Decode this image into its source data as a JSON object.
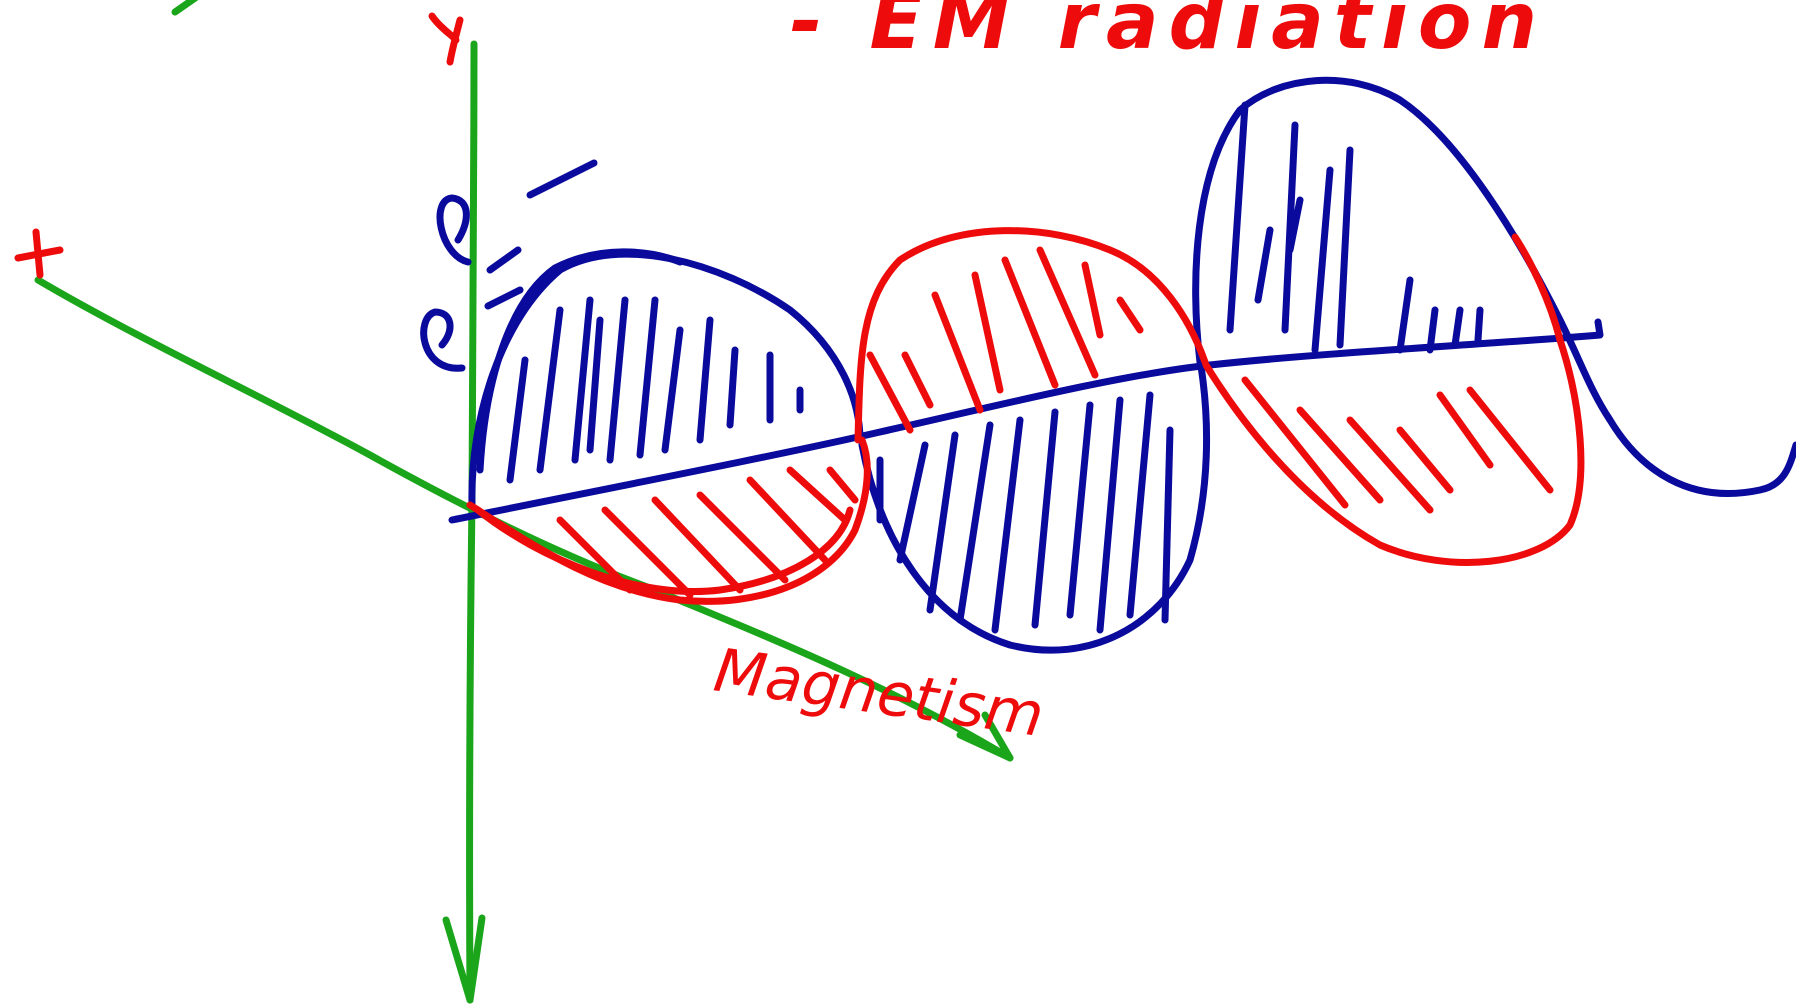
{
  "colors": {
    "background": "#ffffff",
    "axes": "#1aa51a",
    "electric_wave": "#0a0a9c",
    "magnetic_wave": "#ee0b0b",
    "annotation": "#ee0b0b"
  },
  "texts": {
    "title_fragment": "- EM radiation",
    "axis_y_label": "y",
    "axis_x_label": "x",
    "electron_label_top": "e",
    "electron_label_bottom": "e",
    "magnetism_label": "Magnetism"
  }
}
